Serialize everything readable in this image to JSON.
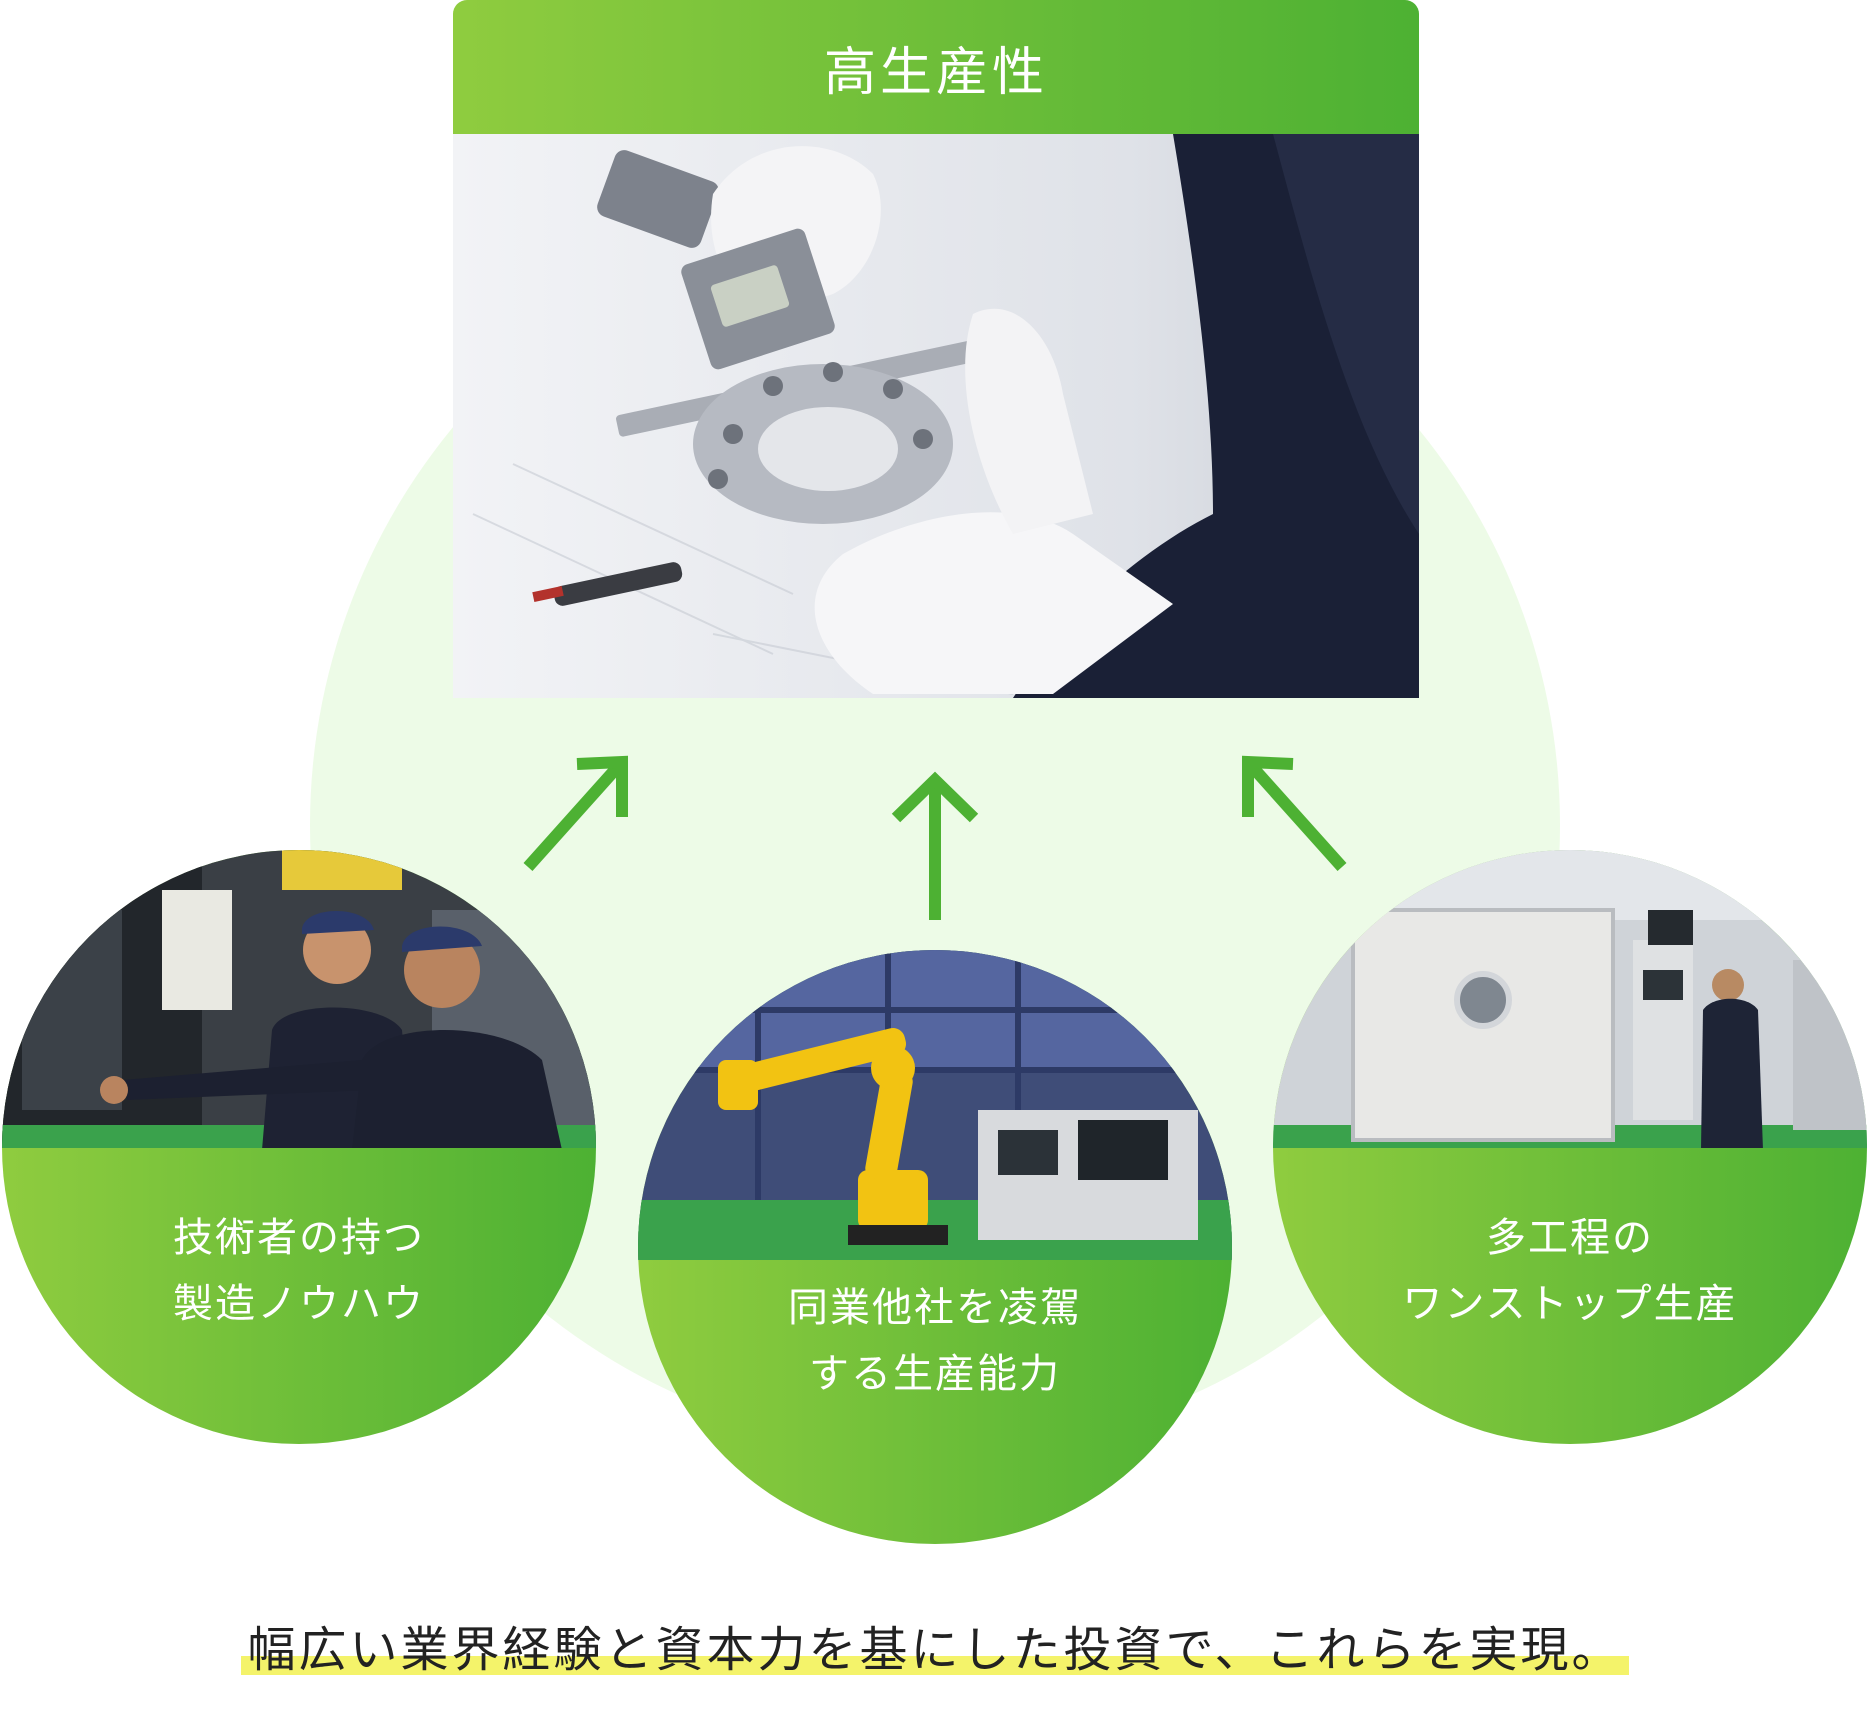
{
  "top": {
    "title": "高生産性",
    "photo_icon": "caliper-measuring-photo"
  },
  "circles": [
    {
      "label_line1": "技術者の持つ",
      "label_line2": "製造ノウハウ",
      "photo_icon": "technicians-at-machine-photo"
    },
    {
      "label_line1": "同業他社を凌駕",
      "label_line2": "する生産能力",
      "photo_icon": "robot-arm-factory-photo"
    },
    {
      "label_line1": "多工程の",
      "label_line2": "ワンストップ生産",
      "photo_icon": "press-machine-operator-photo"
    }
  ],
  "caption": "幅広い業界経験と資本力を基にした投資で、これらを実現。",
  "colors": {
    "green_light": "#8fcc3f",
    "green_dark": "#4db133",
    "arrow": "#4db133",
    "background_circle": "#edfbe7",
    "highlight": "#f4f36a"
  }
}
